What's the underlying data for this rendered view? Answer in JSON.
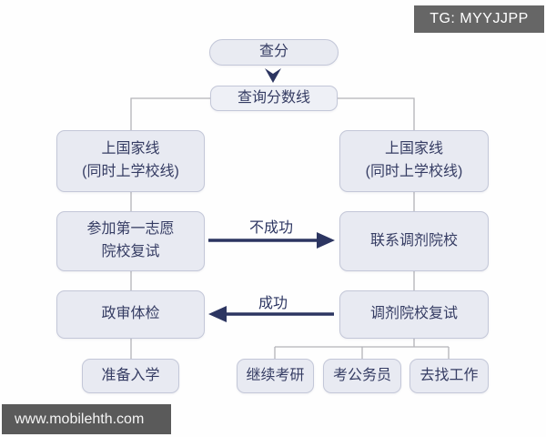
{
  "header": {
    "badge": "TG: MYYJJPP"
  },
  "footer": {
    "watermark": "www.mobilehth.com"
  },
  "colors": {
    "node_fill": "#e8eaf2",
    "node_border": "#c3c7d8",
    "node_text": "#353c63",
    "arrow": "#2c3561",
    "connector": "#b3b3b8",
    "badge_bg": "#666666",
    "watermark_bg": "#5a5a5a"
  },
  "flowchart": {
    "nodes": {
      "check_score": {
        "label": "查分"
      },
      "check_cutoff": {
        "label": "查询分数线"
      },
      "left_national": {
        "line1": "上国家线",
        "line2": "(同时上学校线)"
      },
      "right_national": {
        "line1": "上国家线",
        "line2": "(同时上学校线)"
      },
      "first_choice": {
        "line1": "参加第一志愿",
        "line2": "院校复试"
      },
      "contact_adjust": {
        "label": "联系调剂院校"
      },
      "political_check": {
        "label": "政审体检"
      },
      "adjust_retest": {
        "label": "调剂院校复试"
      },
      "prepare_enroll": {
        "label": "准备入学"
      },
      "continue_exam": {
        "label": "继续考研"
      },
      "civil_servant": {
        "label": "考公务员"
      },
      "find_job": {
        "label": "去找工作"
      }
    },
    "edge_labels": {
      "fail": "不成功",
      "success": "成功"
    }
  }
}
